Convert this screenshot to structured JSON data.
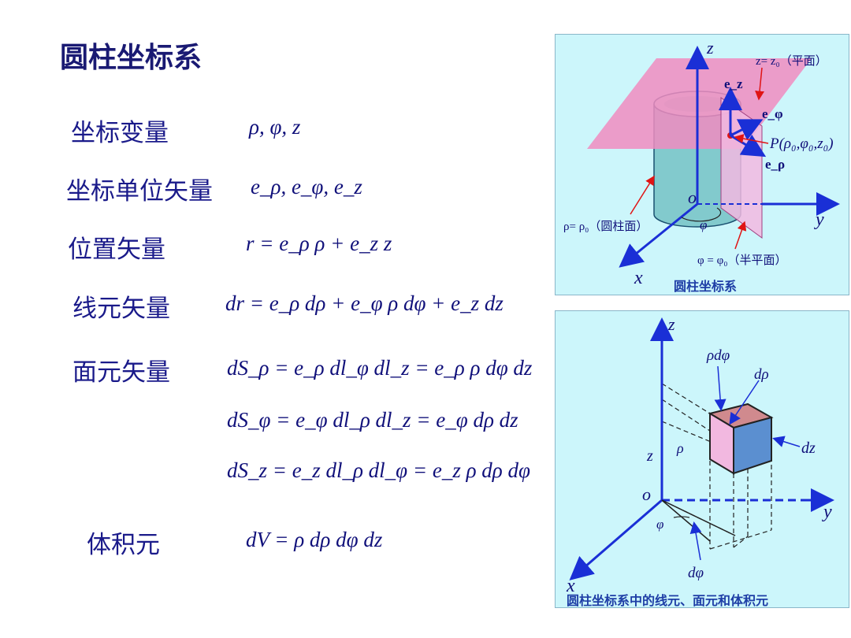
{
  "title": "圆柱坐标系",
  "rows": {
    "coord_vars": {
      "label": "坐标变量",
      "formula": "ρ, φ, z"
    },
    "unit_vectors": {
      "label": "坐标单位矢量",
      "formula": "e_ρ, e_φ, e_z"
    },
    "position": {
      "label": "位置矢量",
      "formula": "r = e_ρ ρ + e_z z"
    },
    "line_element": {
      "label": "线元矢量",
      "formula": "dr = e_ρ dρ + e_φ ρ dφ + e_z dz"
    },
    "surface_element": {
      "label": "面元矢量",
      "formulas": [
        "dS_ρ = e_ρ dl_φ dl_z = e_ρ ρ dφ dz",
        "dS_φ = e_φ dl_ρ dl_z = e_φ dρ dz",
        "dS_z = e_z dl_ρ dl_φ = e_z ρ dρ dφ"
      ]
    },
    "volume_element": {
      "label": "体积元",
      "formula": "dV = ρ dρ dφ dz"
    }
  },
  "figure1": {
    "caption": "圆柱坐标系",
    "labels": {
      "z_axis": "z",
      "y_axis": "y",
      "x_axis": "x",
      "origin": "o",
      "plane": "z= z₀（平面）",
      "cylinder": "ρ= ρ₀（圆柱面）",
      "half_plane": "φ = φ₀（半平面）",
      "phi": "φ",
      "point": "P(ρ₀,φ₀,z₀)",
      "e_z": "e_z",
      "e_phi": "e_φ",
      "e_rho": "e_ρ"
    }
  },
  "figure2": {
    "caption": "圆柱坐标系中的线元、面元和体积元",
    "labels": {
      "z_axis": "z",
      "y_axis": "y",
      "x_axis": "x",
      "origin": "o",
      "rho_dphi": "ρdφ",
      "d_rho": "dρ",
      "dz": "dz",
      "z_height": "z",
      "rho": "ρ",
      "phi": "φ",
      "d_phi": "dφ"
    }
  },
  "colors": {
    "title": "#1a1a73",
    "label": "#1a1a8a",
    "formula": "#10107a",
    "panel_bg": "#ccf6fb",
    "axis": "#1a2fd6",
    "caption": "#1e3ea6",
    "plane_pink": "#f08cc0",
    "cylinder_teal": "#6fbfc2",
    "arrow_red": "#e01414"
  }
}
